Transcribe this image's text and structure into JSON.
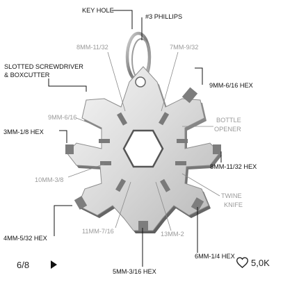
{
  "viewer": {
    "pager": "6/8",
    "like_count": "5,0K",
    "play_icon": "play-icon",
    "heart_icon": "heart-outline-icon"
  },
  "diagram": {
    "labels": {
      "key_hole": "KEY HOLE",
      "phillips": "#3 PHILLIPS",
      "m8": "8MM-11/32",
      "m7": "7MM-9/32",
      "slotted_1": "SLOTTED SCREWDRIVER",
      "slotted_2": "& BOXCUTTER",
      "m9_hex": "9MM-6/16 HEX",
      "m9": "9MM-6/16",
      "bottle_1": "BOTTLE",
      "bottle_2": "OPENER",
      "m3_hex": "3MM-1/8 HEX",
      "m8_hex": "8MM-11/32 HEX",
      "m10": "10MM-3/8",
      "twine_1": "TWINE",
      "twine_2": "KNIFE",
      "m4_hex": "4MM-5/32 HEX",
      "m11": "11MM-7/16",
      "m13": "13MM-2",
      "m6_hex": "6MM-1/4 HEX",
      "m5_hex": "5MM-3/16 HEX"
    },
    "colors": {
      "tool_light": "#e9e9e9",
      "tool_mid": "#bdbdbd",
      "tool_dark": "#6e6e6e",
      "ring": "#8a8a8a"
    }
  }
}
